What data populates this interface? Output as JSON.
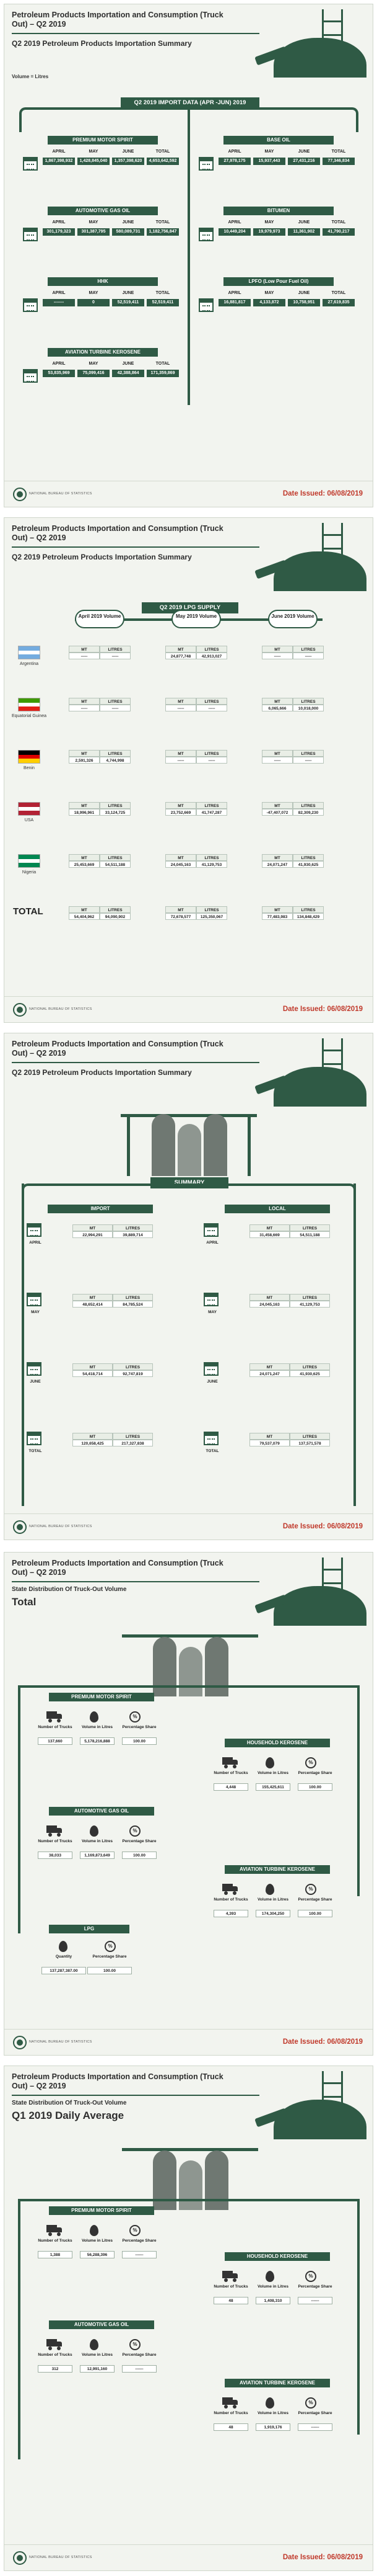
{
  "common": {
    "date_issued": "Date Issued: 06/08/2019",
    "bureau": "NATIONAL BUREAU OF STATISTICS",
    "units": "Volume = Litres",
    "month_labels": [
      "APRIL",
      "MAY",
      "JUNE",
      "TOTAL"
    ],
    "mt": "MT",
    "litres": "LITRES"
  },
  "page1": {
    "title": "Petroleum Products Importation and Consumption (Truck Out) – Q2 2019",
    "subtitle": "Q2 2019 Petroleum Products Importation Summary",
    "banner": "Q2 2019 IMPORT DATA (APR -JUN) 2019",
    "products": [
      {
        "name": "PREMIUM MOTOR SPIRIT",
        "values": [
          "1,867,398,932",
          "1,428,845,040",
          "1,357,398,620",
          "4,653,642,592"
        ]
      },
      {
        "name": "BASE OIL",
        "values": [
          "27,978,175",
          "15,937,443",
          "27,431,216",
          "77,346,834"
        ]
      },
      {
        "name": "AUTOMOTIVE GAS OIL",
        "values": [
          "301,179,323",
          "301,387,795",
          "580,089,731",
          "1,182,756,847"
        ]
      },
      {
        "name": "BITUMEN",
        "values": [
          "10,449,204",
          "19,979,973",
          "11,361,902",
          "41,790,217"
        ]
      },
      {
        "name": "HHK",
        "values": [
          "-------",
          "0",
          "52,519,411",
          "52,519,411"
        ]
      },
      {
        "name": "LPFO (Low Pour Fuel Oil)",
        "values": [
          "16,881,817",
          "4,133,872",
          "10,758,951",
          "27,619,835"
        ]
      },
      {
        "name": "AVIATION TURBINE KEROSENE",
        "values": [
          "53,835,969",
          "75,099,416",
          "42,388,864",
          "171,359,869"
        ]
      }
    ]
  },
  "page2": {
    "title": "Petroleum Products Importation and Consumption (Truck Out) – Q2 2019",
    "subtitle": "Q2 2019 Petroleum Products Importation Summary",
    "banner": "Q2 2019 LPG SUPPLY",
    "months": [
      "April 2019 Volume",
      "May 2019 Volume",
      "June 2019 Volume"
    ],
    "rows": [
      {
        "country": "Argentina",
        "values": [
          "-----",
          "-----",
          "24,877,748",
          "42,913,027",
          "-----",
          "-----"
        ]
      },
      {
        "country": "Equatorial Guinea",
        "values": [
          "-----",
          "-----",
          "-----",
          "-----",
          "6,065,666",
          "10,018,000"
        ]
      },
      {
        "country": "Benin",
        "values": [
          "2,591,326",
          "4,744,998",
          "-----",
          "-----",
          "-----",
          "-----"
        ]
      },
      {
        "country": "USA",
        "values": "",
        "vals": [
          "18,996,961",
          "33,124,725",
          "23,752,669",
          "41,747,287",
          "-47,407,072",
          "82,309,230"
        ]
      },
      {
        "country": "Nigeria",
        "values": [
          "25,453,669",
          "54,511,188",
          "24,045,163",
          "41,129,753",
          "24,071,247",
          "41,930,625"
        ]
      }
    ],
    "total_label": "TOTAL",
    "totals": [
      "54,404,962",
      "94,090,902",
      "72,678,577",
      "125,350,067",
      "77,483,983",
      "134,848,429"
    ]
  },
  "page3": {
    "title": "Petroleum Products Importation and Consumption (Truck Out) – Q2 2019",
    "subtitle": "Q2 2019 Petroleum Products Importation Summary",
    "banner": "SUMMARY",
    "import_label": "IMPORT",
    "local_label": "LOCAL",
    "rows": [
      "APRIL",
      "MAY",
      "JUNE",
      "TOTAL"
    ],
    "import": [
      [
        "22,994,291",
        "39,889,714"
      ],
      [
        "48,652,414",
        "84,785,524"
      ],
      [
        "54,418,714",
        "92,747,819"
      ],
      [
        "120,658,425",
        "217,327,838"
      ]
    ],
    "local": [
      [
        "31,458,669",
        "54,511,188"
      ],
      [
        "24,045,163",
        "41,129,753"
      ],
      [
        "24,071,247",
        "41,930,625"
      ],
      [
        "79,537,079",
        "137,571,578"
      ]
    ]
  },
  "page4": {
    "title": "Petroleum Products Importation and Consumption (Truck Out) – Q2 2019",
    "subtitle": "State Distribution Of Truck-Out Volume",
    "big": "Total",
    "col_labels": [
      "Number of Trucks",
      "Volume in Litres",
      "Percentage Share"
    ],
    "pms": {
      "name": "PREMIUM MOTOR SPIRIT",
      "values": [
        "137,660",
        "5,178,216,888",
        "100.00"
      ]
    },
    "hhk": {
      "name": "HOUSEHOLD KEROSENE",
      "values": [
        "4,448",
        "155,425,611",
        "100.00"
      ]
    },
    "ago": {
      "name": "AUTOMOTIVE GAS OIL",
      "values": [
        "38,033",
        "1,169,873,649",
        "100.00"
      ]
    },
    "atk": {
      "name": "AVIATION TURBINE KEROSENE",
      "values": [
        "4,393",
        "174,304,250",
        "100.00"
      ]
    },
    "lpg": {
      "name": "LPG",
      "labels": [
        "Quantity",
        "Percentage Share"
      ],
      "values": [
        "137,287,387.00",
        "100.00"
      ]
    }
  },
  "page5": {
    "title": "Petroleum Products Importation and Consumption (Truck Out) – Q2 2019",
    "subtitle": "State Distribution Of Truck-Out Volume",
    "big": "Q1 2019 Daily Average",
    "col_labels": [
      "Number of Trucks",
      "Volume in Litres",
      "Percentage Share"
    ],
    "pms": {
      "name": "PREMIUM MOTOR SPIRIT",
      "values": [
        "1,388",
        "56,288,396",
        "------"
      ]
    },
    "hhk": {
      "name": "HOUSEHOLD KEROSENE",
      "values": [
        "48",
        "1,408,310",
        "------"
      ]
    },
    "ago": {
      "name": "AUTOMOTIVE GAS OIL",
      "values": [
        "312",
        "12,991,160",
        "------"
      ]
    },
    "atk": {
      "name": "AVIATION TURBINE KEROSENE",
      "values": [
        "48",
        "1,919,176",
        "------"
      ]
    }
  }
}
